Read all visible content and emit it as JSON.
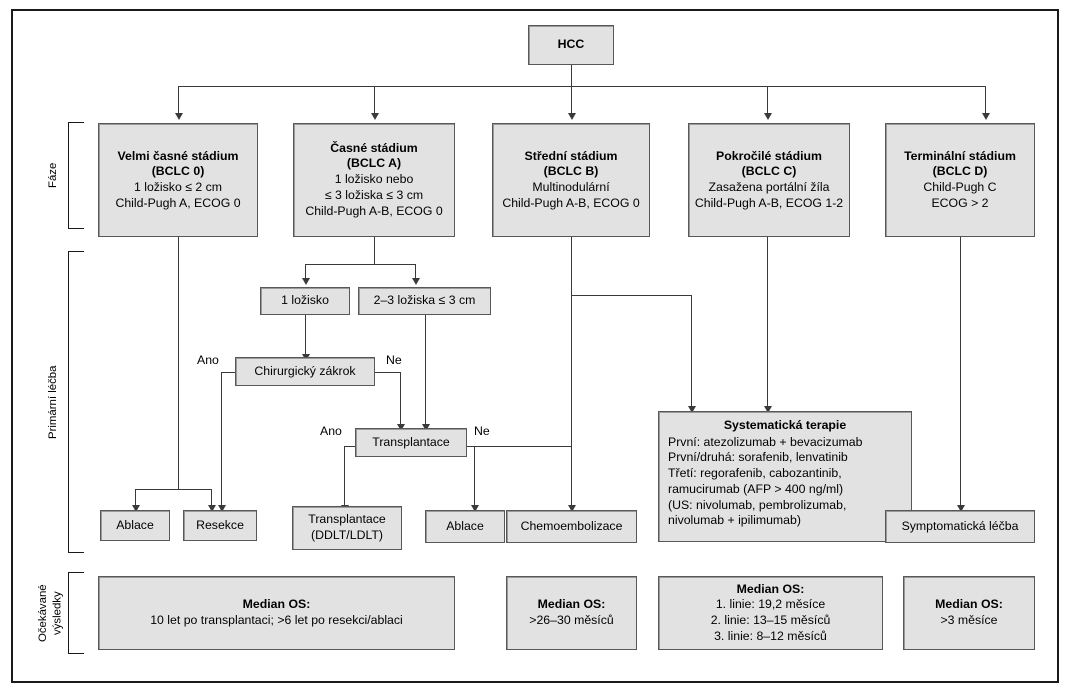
{
  "diagram": {
    "title": "HCC",
    "side_labels": [
      {
        "id": "faze",
        "text": "Fáze"
      },
      {
        "id": "primarni-lecba",
        "text": "Primární léčba"
      },
      {
        "id": "ocekavane-vysledky",
        "text": "Očekávané\nvýsledky"
      }
    ],
    "root": {
      "label": "HCC"
    },
    "stages": [
      {
        "id": "bclc-0",
        "head1": "Velmi časné stádium",
        "head2": "(BCLC 0)",
        "line1": "1 ložisko ≤ 2 cm",
        "line2": "Child-Pugh A, ECOG 0",
        "line3": ""
      },
      {
        "id": "bclc-a",
        "head1": "Časné stádium",
        "head2": "(BCLC A)",
        "line1": "1 ložisko nebo",
        "line2": "≤ 3 ložiska ≤ 3 cm",
        "line3": "Child-Pugh A-B, ECOG 0"
      },
      {
        "id": "bclc-b",
        "head1": "Střední stádium",
        "head2": "(BCLC B)",
        "line1": "Multinodulární",
        "line2": "Child-Pugh A-B, ECOG 0",
        "line3": ""
      },
      {
        "id": "bclc-c",
        "head1": "Pokročilé stádium",
        "head2": "(BCLC C)",
        "line1": "Zasažena portální žíla",
        "line2": "Child-Pugh A-B, ECOG 1-2",
        "line3": ""
      },
      {
        "id": "bclc-d",
        "head1": "Terminální stádium",
        "head2": "(BCLC D)",
        "line1": "Child-Pugh C",
        "line2": "ECOG > 2",
        "line3": ""
      }
    ],
    "nodes": {
      "one_lesion": "1 ložisko",
      "two_three_lesions": "2–3 ložiska  ≤ 3 cm",
      "surgery": "Chirurgický zákrok",
      "transplant_decision": "Transplantace",
      "ablation_left": "Ablace",
      "resection": "Resekce",
      "transplant_line1": "Transplantace",
      "transplant_line2": "(DDLT/LDLT)",
      "ablation_mid": "Ablace",
      "chemoembolization": "Chemoembolizace",
      "symptomatic": "Symptomatická léčba"
    },
    "systemic": {
      "head": "Systematická terapie",
      "lines": [
        "První: atezolizumab + bevacizumab",
        "První/druhá: sorafenib, lenvatinib",
        "Třetí: regorafenib, cabozantinib,",
        "ramucirumab (AFP > 400 ng/ml)",
        "(US: nivolumab, pembrolizumab,",
        "nivolumab + ipilimumab)"
      ]
    },
    "edge_labels": {
      "surgery_yes": "Ano",
      "surgery_no": "Ne",
      "transplant_yes": "Ano",
      "transplant_no": "Ne"
    },
    "outcomes": [
      {
        "id": "os-early",
        "head": "Median OS:",
        "lines": [
          "10 let po transplantaci; >6 let po resekci/ablaci"
        ]
      },
      {
        "id": "os-intermediate",
        "head": "Median OS:",
        "lines": [
          ">26–30 měsíců"
        ]
      },
      {
        "id": "os-advanced",
        "head": "Median OS:",
        "lines": [
          "1. linie: 19,2 měsíce",
          "2. linie: 13–15 měsíců",
          "3. linie: 8–12 měsíců"
        ]
      },
      {
        "id": "os-terminal",
        "head": "Median OS:",
        "lines": [
          ">3 měsíce"
        ]
      }
    ],
    "colors": {
      "box_fill": "#e2e2e2",
      "box_border": "#585858",
      "frame": "#1a1a1a",
      "connector": "#3a3a3a"
    }
  }
}
